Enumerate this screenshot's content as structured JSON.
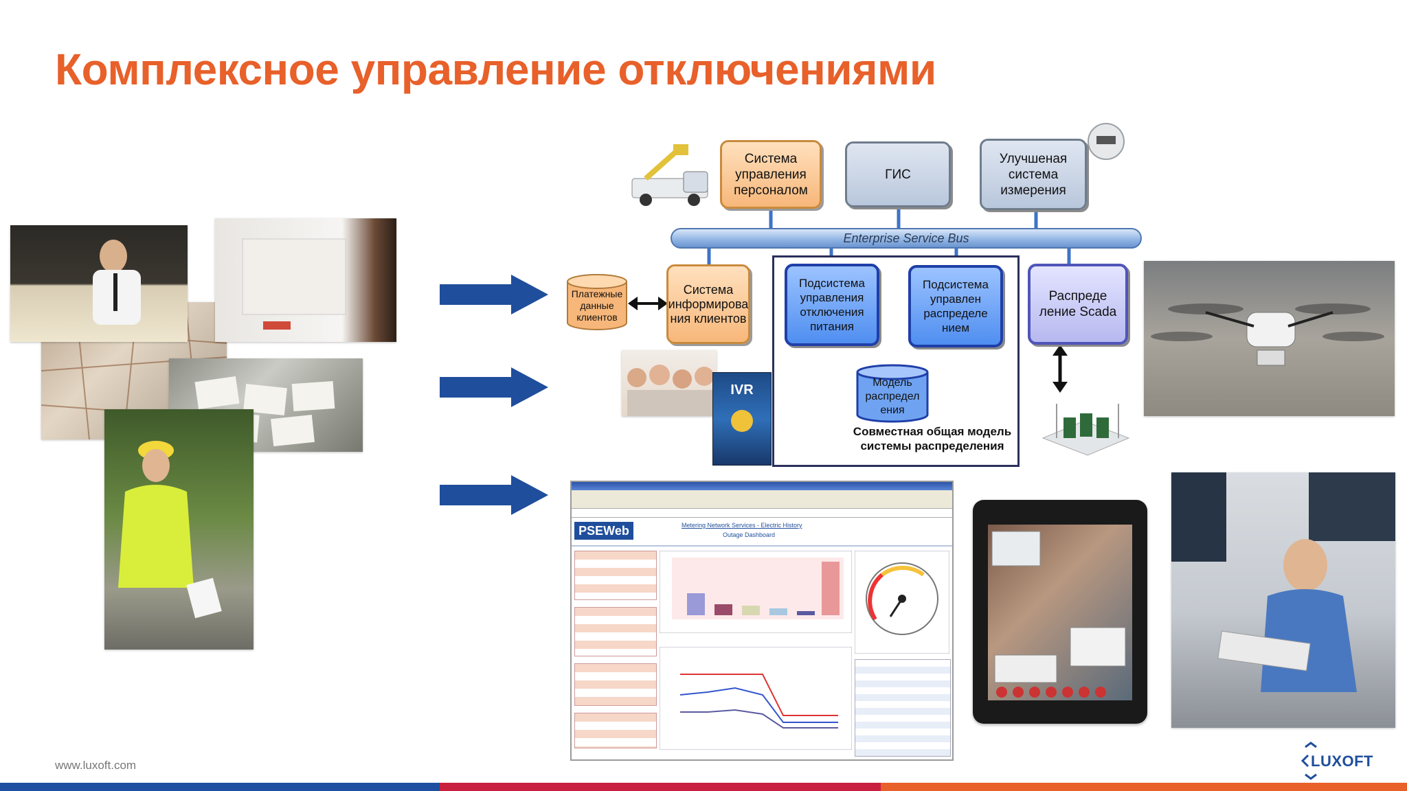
{
  "slide": {
    "title": "Комплексное управление отключениями",
    "footer_url": "www.luxoft.com",
    "logo_text": "LUXOFT",
    "colors": {
      "title": "#e8602a",
      "arrow": "#1f4e9c",
      "bar_blue": "#1e4fa0",
      "bar_red": "#c9203f",
      "bar_orange": "#e8602a"
    }
  },
  "diagram": {
    "workforce": "Система управления персоналом",
    "gis": "ГИС",
    "ami": "Улучшеная система измерения",
    "esb": "Enterprise Service Bus",
    "billing": "Платежные данные клиентов",
    "cis": "Система информирова ния клиентов",
    "oms": "Подсистема управления отключения питания",
    "dms": "Подсистема управлен распределе нием",
    "scada": "Распреде ление Scada",
    "model": "Модель распредел ения",
    "caption": "Совместная общая модель системы распределения",
    "ivr": "IVR"
  },
  "dashboard": {
    "brand": "PSEWeb",
    "title": "Metering Network Services - Electric History",
    "subtitle": "Outage Dashboard"
  }
}
